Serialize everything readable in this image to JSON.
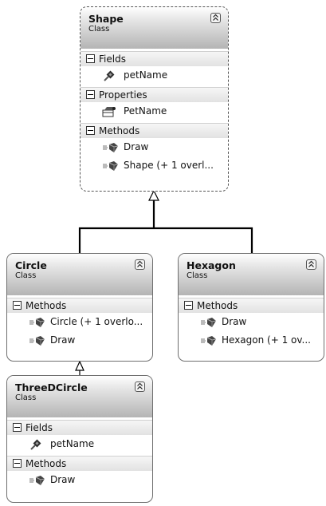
{
  "classes": {
    "shape": {
      "name": "Shape",
      "kind": "Class",
      "sections": [
        {
          "title": "Fields",
          "members": [
            {
              "name": "petName",
              "icon": "field-icon"
            }
          ]
        },
        {
          "title": "Properties",
          "members": [
            {
              "name": "PetName",
              "icon": "property-icon"
            }
          ]
        },
        {
          "title": "Methods",
          "members": [
            {
              "name": "Draw",
              "icon": "method-icon"
            },
            {
              "name": "Shape (+ 1 overl...",
              "icon": "method-icon"
            }
          ]
        }
      ]
    },
    "circle": {
      "name": "Circle",
      "kind": "Class",
      "sections": [
        {
          "title": "Methods",
          "members": [
            {
              "name": "Circle (+ 1 overlo...",
              "icon": "method-icon"
            },
            {
              "name": "Draw",
              "icon": "method-icon"
            }
          ]
        }
      ]
    },
    "hexagon": {
      "name": "Hexagon",
      "kind": "Class",
      "sections": [
        {
          "title": "Methods",
          "members": [
            {
              "name": "Draw",
              "icon": "method-icon"
            },
            {
              "name": "Hexagon (+ 1 ov...",
              "icon": "method-icon"
            }
          ]
        }
      ]
    },
    "threedcircle": {
      "name": "ThreeDCircle",
      "kind": "Class",
      "sections": [
        {
          "title": "Fields",
          "members": [
            {
              "name": "petName",
              "icon": "field-icon"
            }
          ]
        },
        {
          "title": "Methods",
          "members": [
            {
              "name": "Draw",
              "icon": "method-icon"
            }
          ]
        }
      ]
    }
  },
  "inheritance": [
    {
      "child": "Circle",
      "parent": "Shape"
    },
    {
      "child": "Hexagon",
      "parent": "Shape"
    },
    {
      "child": "ThreeDCircle",
      "parent": "Circle"
    }
  ]
}
